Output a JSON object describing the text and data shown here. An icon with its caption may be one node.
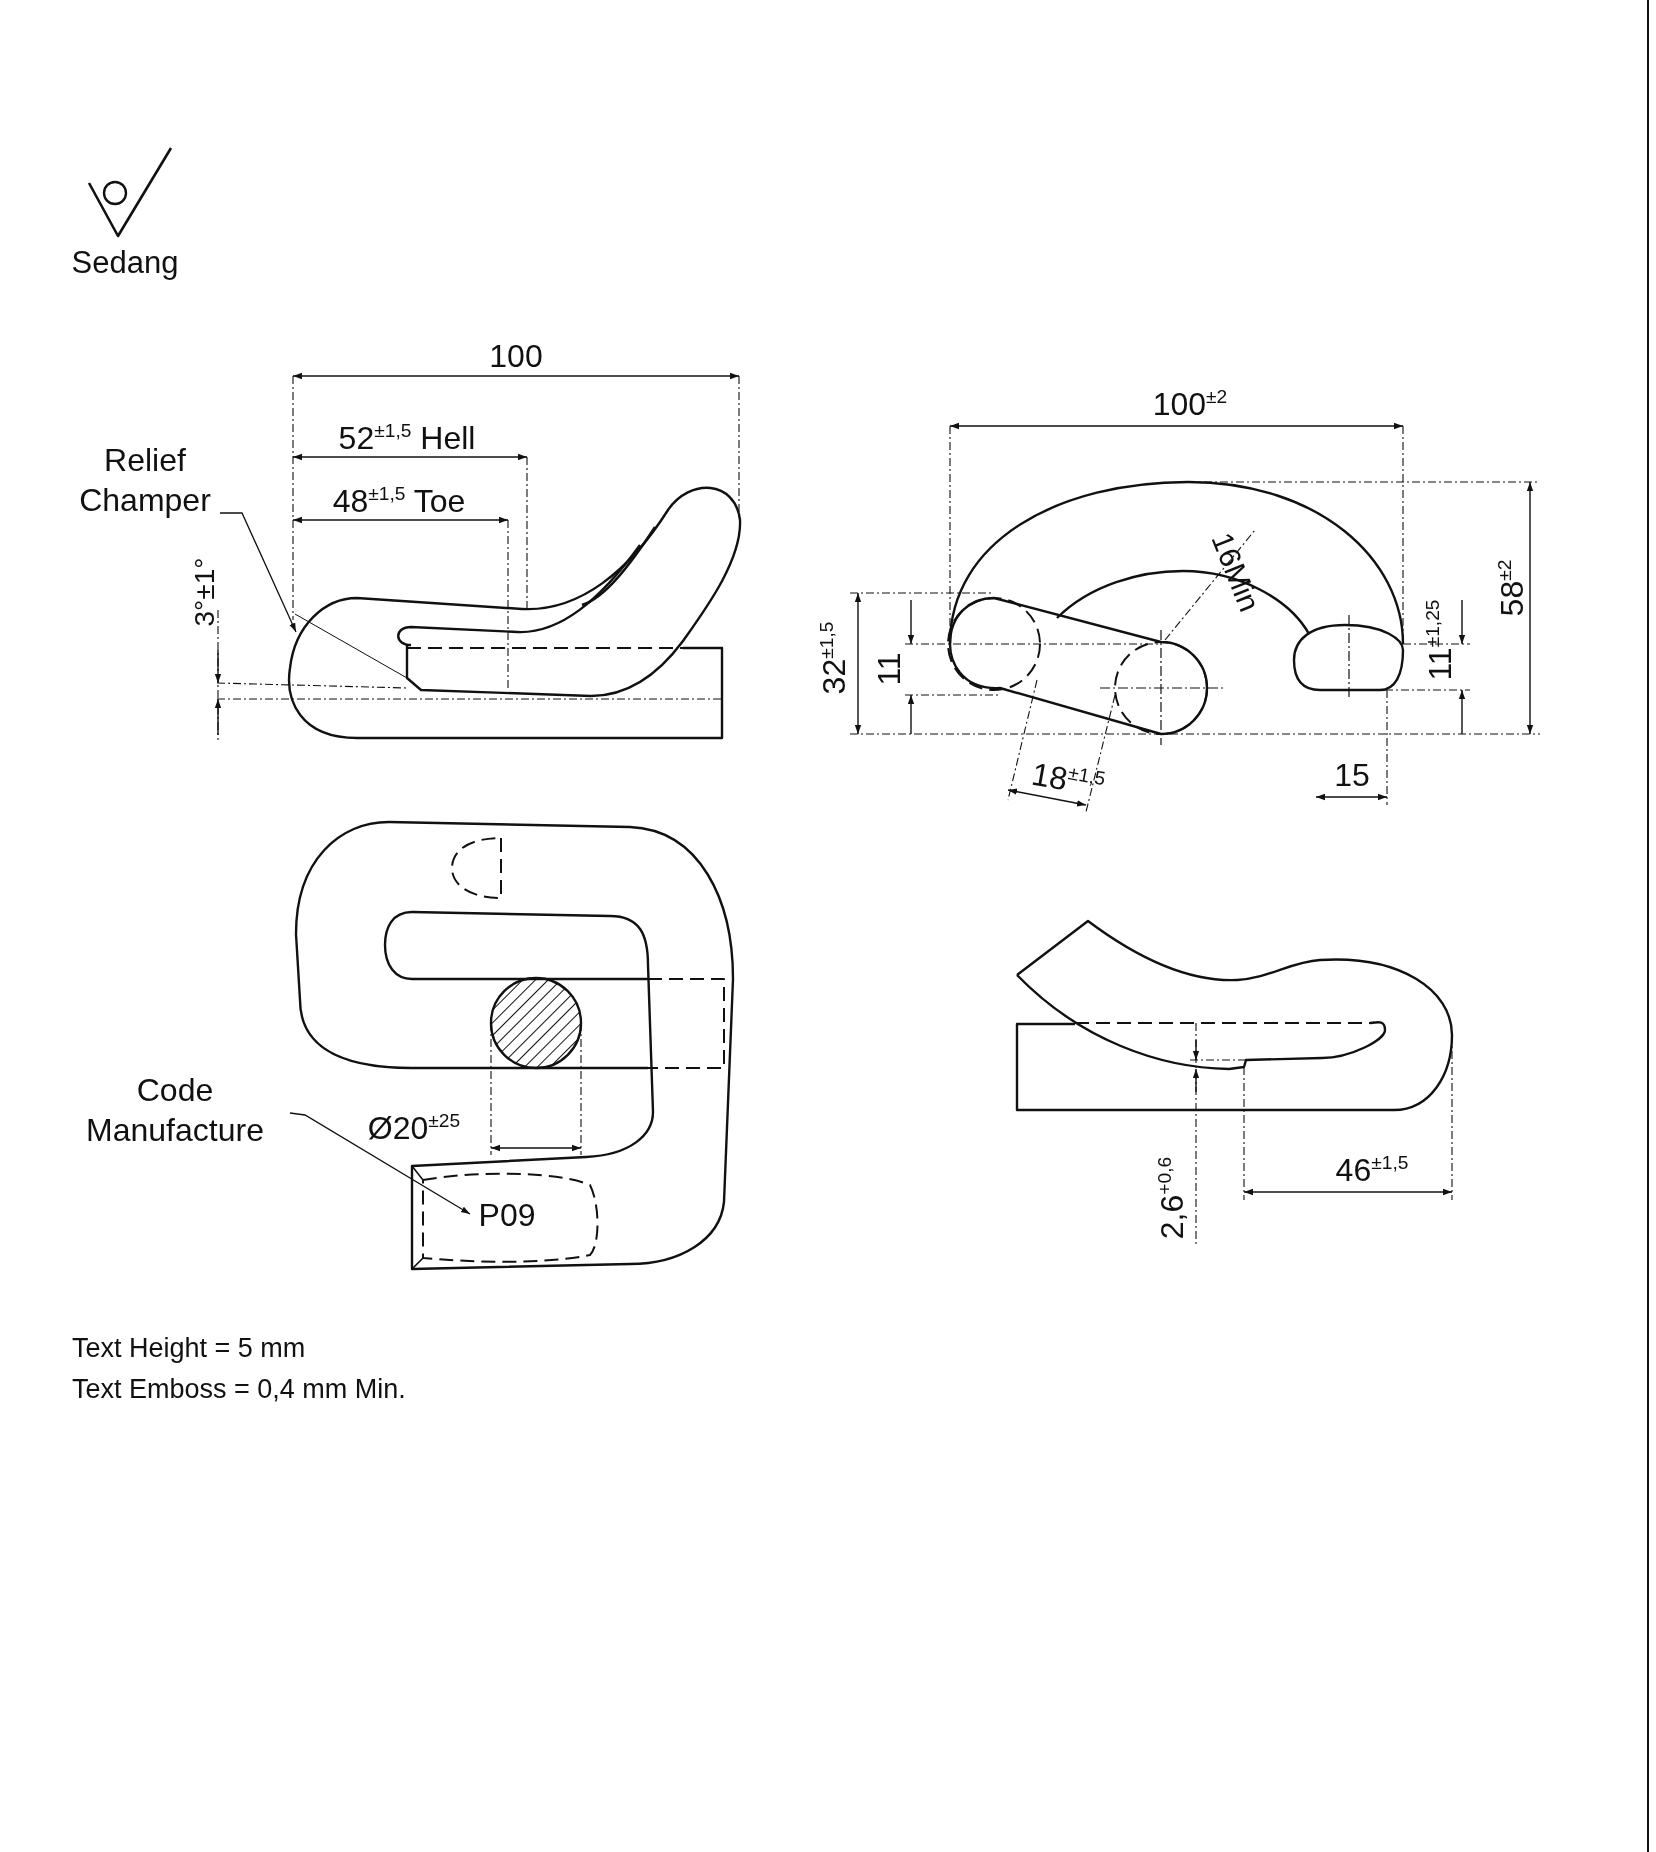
{
  "diagram": {
    "nodes": [
      {
        "text": [
          "Relief Champer"
        ]
      },
      {
        "text": [
          "Code Manufacture"
        ]
      },
      {
        "text": [
          "P09"
        ]
      },
      {
        "text": [],
        "shape": "picture"
      }
    ],
    "edges": [
      {
        "from": 0,
        "to": 3,
        "arrow": "to"
      },
      {
        "from": 1,
        "to": 2,
        "arrow": "to"
      }
    ],
    "labels": [
      "Sedang",
      "100",
      "52$^{±1,5}$ Hell",
      "48$^{±1,5}$ Toe",
      "100$^{±2}$",
      "16Min",
      "3°±1°",
      "32$^{±1,5}$",
      "11",
      "11$^{±1,25}$",
      "58$^{±2}$",
      "18$^{±1,5}$",
      "15",
      "Ø20$^{±25}$",
      "46$^{±1,5}$",
      "2,6$^{+0,6}$",
      "Text Height = 5 mm",
      "Text Emboss = 0,4 mm Min."
    ]
  }
}
